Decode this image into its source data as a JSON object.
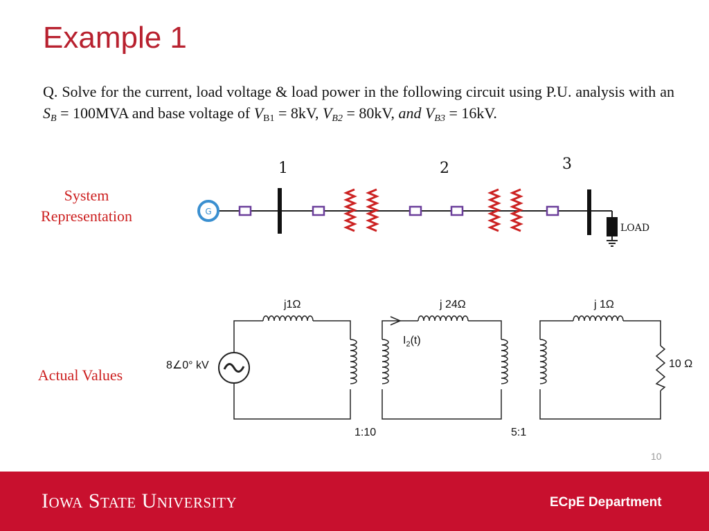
{
  "slide": {
    "title": "Example 1",
    "page_number": "10"
  },
  "question": {
    "lead": "Q. Solve for the current, load voltage & load power in the following circuit using P.U. analysis with an ",
    "sb_symbol": "S",
    "sb_sub": "B",
    "sb_value": " = 100MVA and base voltage of ",
    "vb1_symbol": "V",
    "vb1_sub": "B1",
    "vb1_value": " = 8kV, ",
    "vb2_symbol": "V",
    "vb2_sub": "B2",
    "vb2_value": " = 80kV, ",
    "and_word": "and",
    "vb3_symbol": "V",
    "vb3_sub": "B3",
    "vb3_value": " = 16kV."
  },
  "labels": {
    "system_line1": "System",
    "system_line2": "Representation",
    "actual": "Actual Values"
  },
  "one_line": {
    "bus1": "1",
    "bus2": "2",
    "bus3": "3",
    "generator": "G",
    "load": "LOAD"
  },
  "circuit": {
    "source": "8∠0° kV",
    "impedance1": "j1Ω",
    "impedance2": "j 24Ω",
    "impedance3": "j 1Ω",
    "current_prefix": "I",
    "current_sub": "2",
    "current_suffix": "(t)",
    "load": "10 Ω",
    "ratio1": "1:10",
    "ratio2": "5:1"
  },
  "footer": {
    "university": "Iowa State University",
    "department": "ECpE Department"
  },
  "colors": {
    "title": "#b8212f",
    "side_labels": "#cc1f1f",
    "footer": "#c8102e",
    "transformer_winding": "#cc2222",
    "bus_boxes": "#6a3d9a",
    "generator": "#3a8fd0"
  }
}
